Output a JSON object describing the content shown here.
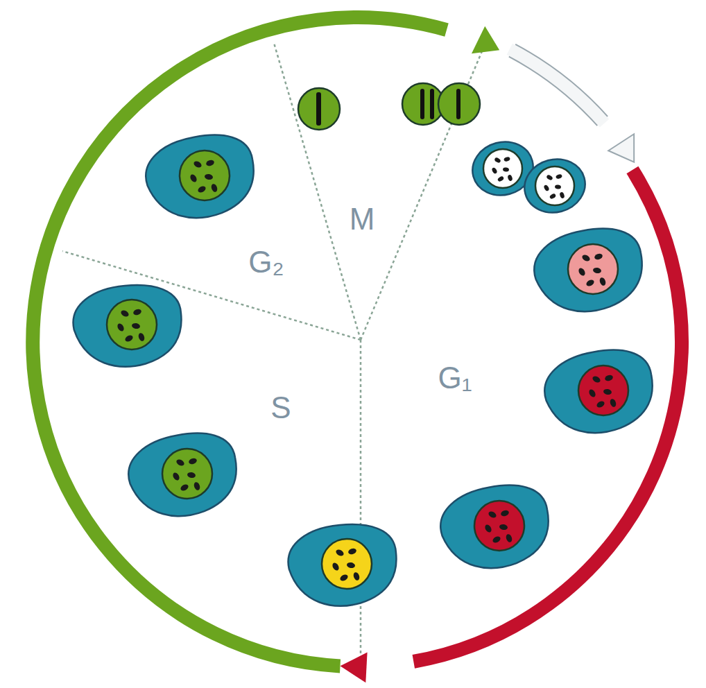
{
  "diagram": {
    "labels": [
      "M",
      "G₂",
      "S",
      "G₁"
    ]
  }
}
